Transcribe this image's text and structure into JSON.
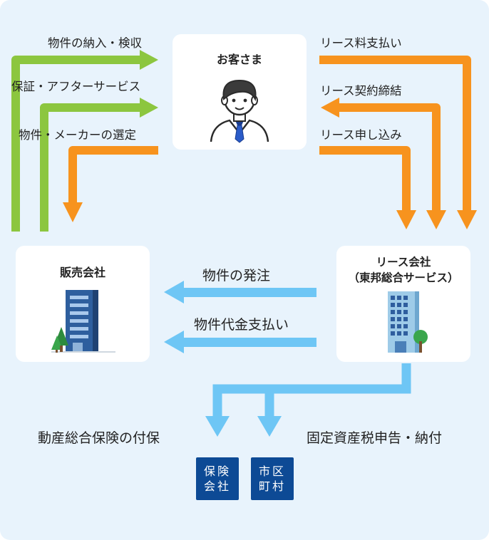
{
  "customer": {
    "title": "お客さま"
  },
  "sales": {
    "title": "販売会社"
  },
  "lease": {
    "title_line1": "リース会社",
    "title_line2": "（東邦総合サービス）"
  },
  "arrows": {
    "delivery": "物件の納入・検収",
    "warranty": "保証・アフターサービス",
    "selection": "物件・メーカーの選定",
    "lease_payment": "リース料支払い",
    "lease_contract": "リース契約締結",
    "lease_application": "リース申し込み",
    "order": "物件の発注",
    "price_payment": "物件代金支払い",
    "insurance": "動産総合保険の付保",
    "tax": "固定資産税申告・納付"
  },
  "insurer": {
    "line1": "保険",
    "line2": "会社"
  },
  "city": {
    "line1": "市区",
    "line2": "町村"
  },
  "colors": {
    "green": "#8cc63f",
    "orange": "#f7931e",
    "blue": "#6ec6f5",
    "navy": "#0d4a95",
    "background": "#e8f3fc"
  }
}
